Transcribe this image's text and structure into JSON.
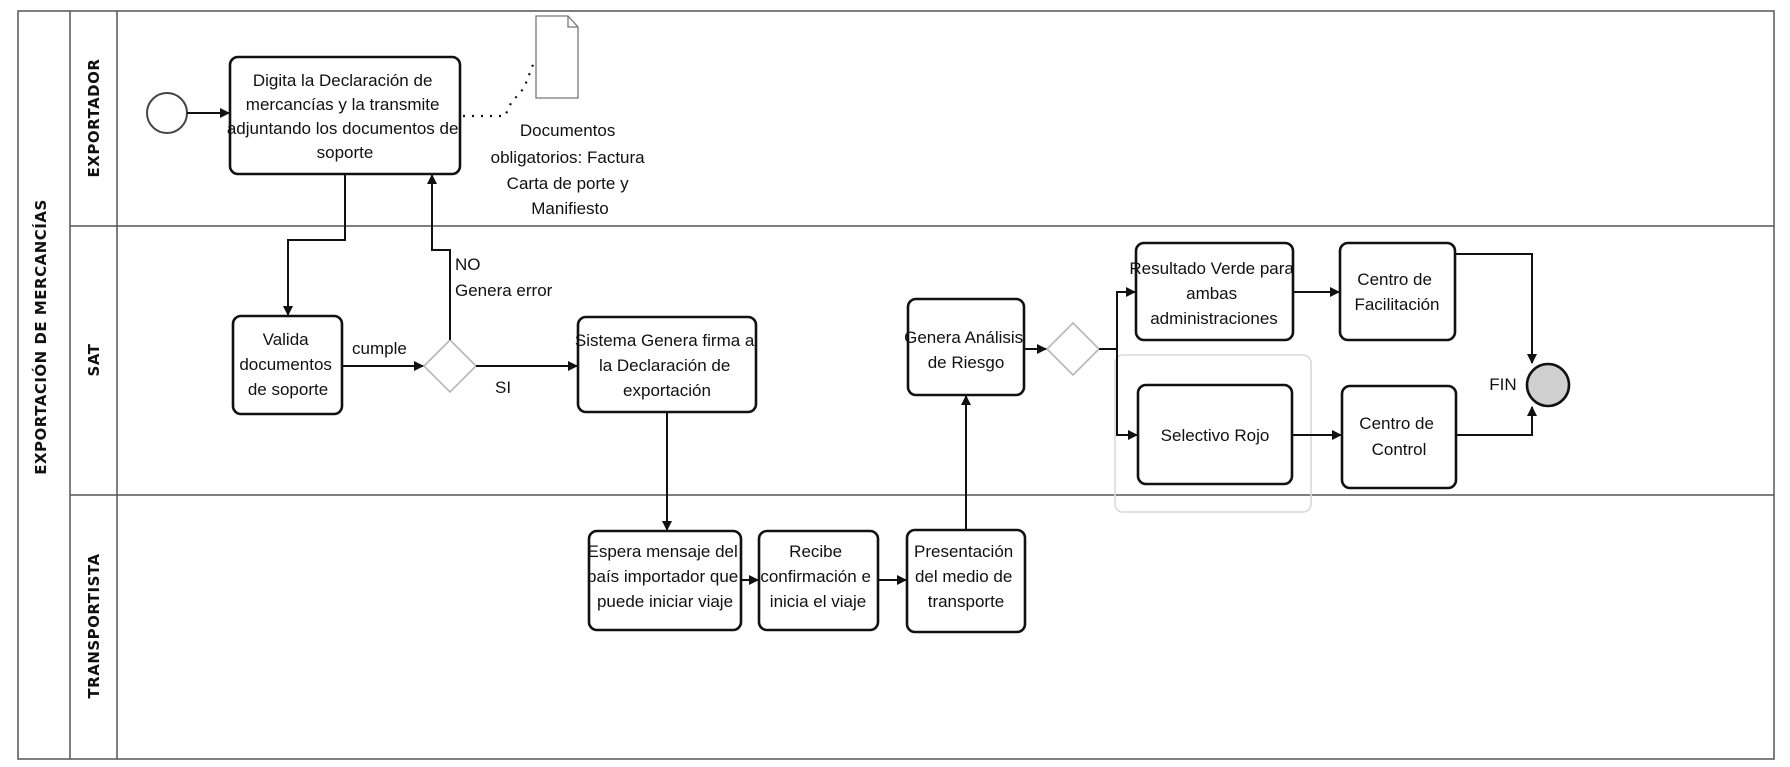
{
  "pool": {
    "title": "EXPORTACIÓN DE MERCANCÍAS"
  },
  "lanes": [
    {
      "id": "exportador",
      "label": "EXPORTADOR"
    },
    {
      "id": "sat",
      "label": "SAT"
    },
    {
      "id": "transportista",
      "label": "TRANSPORTISTA"
    }
  ],
  "tasks": {
    "digita": [
      "Digita la Declaración de",
      "mercancías y la transmite",
      "adjuntando los documentos de",
      "soporte"
    ],
    "valida": [
      "Valida",
      "documentos",
      "de soporte"
    ],
    "firma": [
      "Sistema Genera firma a",
      "la Declaración de",
      "exportación"
    ],
    "espera": [
      "Espera mensaje del",
      "país importador que",
      "puede iniciar viaje"
    ],
    "recibe": [
      "Recibe",
      "confirmación e",
      "inicia el viaje"
    ],
    "presentacion": [
      "Presentación",
      "del medio de",
      "transporte"
    ],
    "analisis": [
      "Genera Análisis",
      "de Riesgo"
    ],
    "verde": [
      "Resultado Verde para",
      "ambas",
      "administraciones"
    ],
    "rojo": [
      "Selectivo Rojo"
    ],
    "facilitacion": [
      "Centro de",
      "Facilitación"
    ],
    "control": [
      "Centro de",
      "Control"
    ]
  },
  "artifact": {
    "lines": [
      "Documentos",
      "obligatorios: Factura",
      "Carta de porte y",
      "Manifiesto"
    ]
  },
  "edge_labels": {
    "cumple": "cumple",
    "si": "SI",
    "no": "NO",
    "genera_error": "Genera error"
  },
  "end_event": {
    "label": "FIN"
  }
}
